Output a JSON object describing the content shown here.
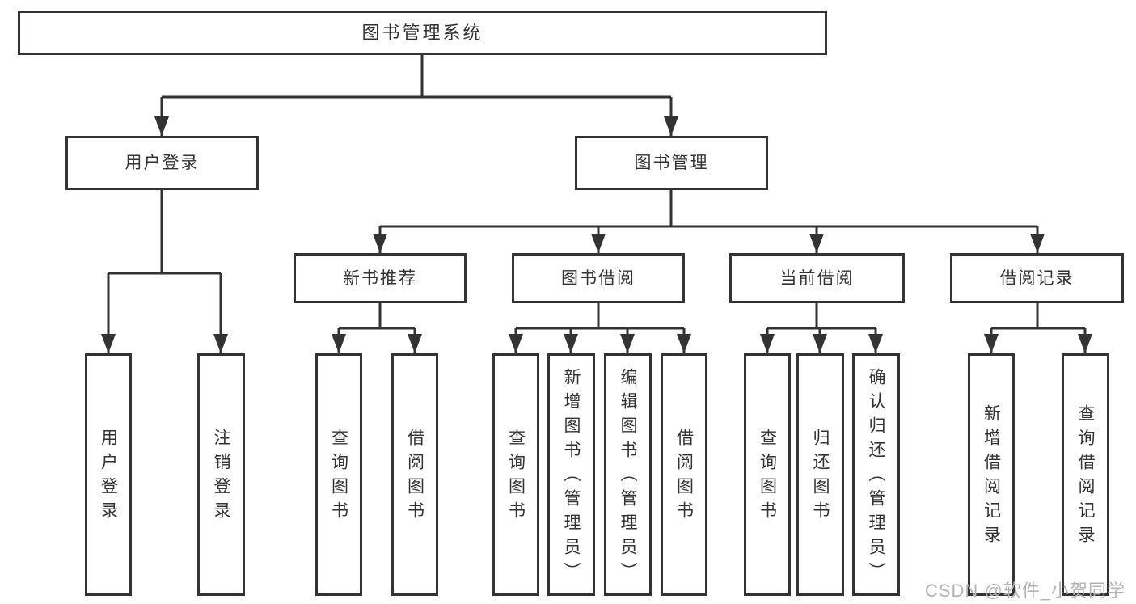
{
  "diagram": {
    "type": "hierarchy-tree",
    "root": {
      "label": "图书管理系统",
      "children": [
        {
          "label": "用户登录",
          "children": [
            {
              "label": "用户登录"
            },
            {
              "label": "注销登录"
            }
          ]
        },
        {
          "label": "图书管理",
          "children": [
            {
              "label": "新书推荐",
              "children": [
                {
                  "label": "查询图书"
                },
                {
                  "label": "借阅图书"
                }
              ]
            },
            {
              "label": "图书借阅",
              "children": [
                {
                  "label": "查询图书"
                },
                {
                  "label": "新增图书（管理员）"
                },
                {
                  "label": "编辑图书（管理员）"
                },
                {
                  "label": "借阅图书"
                }
              ]
            },
            {
              "label": "当前借阅",
              "children": [
                {
                  "label": "查询图书"
                },
                {
                  "label": "归还图书"
                },
                {
                  "label": "确认归还（管理员）"
                }
              ]
            },
            {
              "label": "借阅记录",
              "children": [
                {
                  "label": "新增借阅记录"
                },
                {
                  "label": "查询借阅记录"
                }
              ]
            }
          ]
        }
      ]
    }
  },
  "watermark": {
    "text": "CSDN @软件_小贺同学"
  },
  "colors": {
    "line": "#333333",
    "box_border": "#333333",
    "text": "#333333",
    "watermark": "#b3b3b3",
    "background": "#ffffff"
  }
}
